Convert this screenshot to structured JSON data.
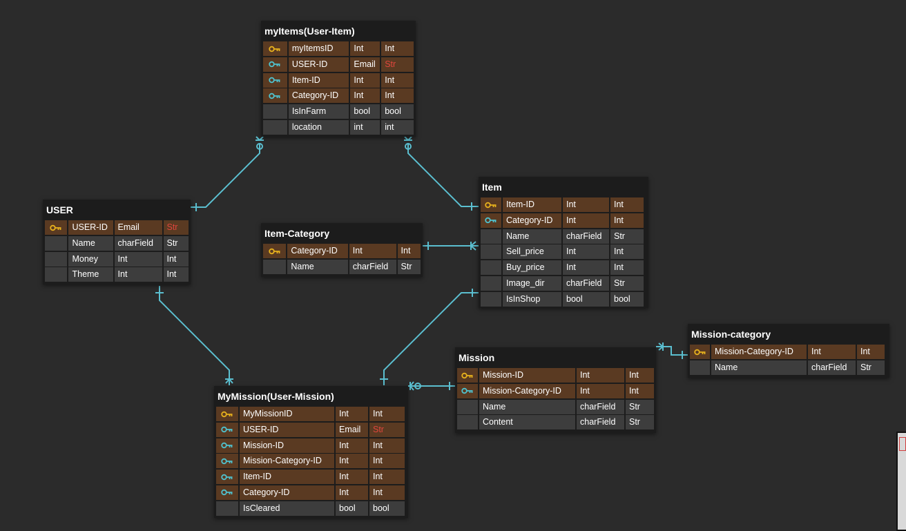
{
  "diagram": {
    "entities": [
      {
        "id": "myitems",
        "title": "myItems(User-Item)",
        "rows": [
          {
            "key": "primary",
            "name": "myItemsID",
            "type": "Int",
            "py": "Int"
          },
          {
            "key": "foreign",
            "name": "USER-ID",
            "type": "Email",
            "py": "Str"
          },
          {
            "key": "foreign",
            "name": "Item-ID",
            "type": "Int",
            "py": "Int"
          },
          {
            "key": "foreign",
            "name": "Category-ID",
            "type": "Int",
            "py": "Int"
          },
          {
            "key": "none",
            "name": "IsInFarm",
            "type": "bool",
            "py": "bool"
          },
          {
            "key": "none",
            "name": "location",
            "type": "int",
            "py": "int"
          }
        ]
      },
      {
        "id": "user",
        "title": "USER",
        "rows": [
          {
            "key": "primary",
            "name": "USER-ID",
            "type": "Email",
            "py": "Str"
          },
          {
            "key": "none",
            "name": "Name",
            "type": "charField",
            "py": "Str"
          },
          {
            "key": "none",
            "name": "Money",
            "type": "Int",
            "py": "Int"
          },
          {
            "key": "none",
            "name": "Theme",
            "type": "Int",
            "py": "Int"
          }
        ]
      },
      {
        "id": "item-category",
        "title": "Item-Category",
        "rows": [
          {
            "key": "primary",
            "name": "Category-ID",
            "type": "Int",
            "py": "Int"
          },
          {
            "key": "none",
            "name": "Name",
            "type": "charField",
            "py": "Str"
          }
        ]
      },
      {
        "id": "item",
        "title": "Item",
        "rows": [
          {
            "key": "primary",
            "name": "Item-ID",
            "type": "Int",
            "py": "Int"
          },
          {
            "key": "foreign",
            "name": "Category-ID",
            "type": "Int",
            "py": "Int"
          },
          {
            "key": "none",
            "name": "Name",
            "type": "charField",
            "py": "Str"
          },
          {
            "key": "none",
            "name": "Sell_price",
            "type": "Int",
            "py": "Int"
          },
          {
            "key": "none",
            "name": "Buy_price",
            "type": "Int",
            "py": "Int"
          },
          {
            "key": "none",
            "name": "Image_dir",
            "type": "charField",
            "py": "Str"
          },
          {
            "key": "none",
            "name": "IsInShop",
            "type": "bool",
            "py": "bool"
          }
        ]
      },
      {
        "id": "mission-category",
        "title": "Mission-category",
        "rows": [
          {
            "key": "primary",
            "name": "Mission-Category-ID",
            "type": "Int",
            "py": "Int"
          },
          {
            "key": "none",
            "name": "Name",
            "type": "charField",
            "py": "Str"
          }
        ]
      },
      {
        "id": "mission",
        "title": "Mission",
        "rows": [
          {
            "key": "primary",
            "name": "Mission-ID",
            "type": "Int",
            "py": "Int"
          },
          {
            "key": "foreign",
            "name": "Mission-Category-ID",
            "type": "Int",
            "py": "Int"
          },
          {
            "key": "none",
            "name": "Name",
            "type": "charField",
            "py": "Str"
          },
          {
            "key": "none",
            "name": "Content",
            "type": "charField",
            "py": "Str"
          }
        ]
      },
      {
        "id": "mymission",
        "title": "MyMission(User-Mission)",
        "rows": [
          {
            "key": "primary",
            "name": "MyMissionID",
            "type": "Int",
            "py": "Int"
          },
          {
            "key": "foreign",
            "name": "USER-ID",
            "type": "Email",
            "py": "Str"
          },
          {
            "key": "foreign",
            "name": "Mission-ID",
            "type": "Int",
            "py": "Int"
          },
          {
            "key": "foreign",
            "name": "Mission-Category-ID",
            "type": "Int",
            "py": "Int"
          },
          {
            "key": "foreign",
            "name": "Item-ID",
            "type": "Int",
            "py": "Int"
          },
          {
            "key": "foreign",
            "name": "Category-ID",
            "type": "Int",
            "py": "Int"
          },
          {
            "key": "none",
            "name": "IsCleared",
            "type": "bool",
            "py": "bool"
          }
        ]
      }
    ],
    "colors": {
      "background": "#2b2b2b",
      "table_header": "#1c1c1c",
      "key_row": "#5a3a22",
      "plain_row": "#3d3d3d",
      "connector": "#5bbfd0",
      "primary_key_icon": "#e8b21d",
      "foreign_key_icon": "#4fc3d0",
      "string_type_highlight": "#e0463d"
    },
    "icons": {
      "primary": "key-icon-gold",
      "foreign": "key-icon-teal"
    }
  }
}
